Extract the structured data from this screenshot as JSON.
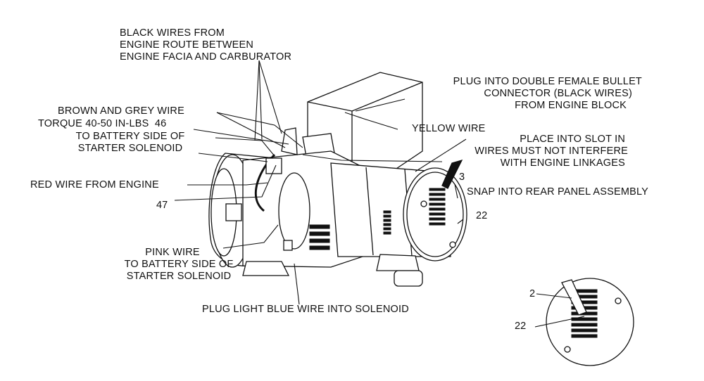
{
  "callouts": {
    "black_wires": [
      "BLACK WIRES FROM",
      "ENGINE ROUTE BETWEEN",
      "ENGINE FACIA AND CARBURATOR"
    ],
    "plug_double_female": [
      "PLUG INTO DOUBLE FEMALE BULLET",
      "CONNECTOR (BLACK WIRES)",
      "FROM ENGINE BLOCK"
    ],
    "brown_grey": "BROWN AND GREY WIRE",
    "torque": "TORQUE 40-50 IN-LBS",
    "torque_ref": "46",
    "battery_side_top": [
      "TO BATTERY SIDE OF",
      "STARTER SOLENOID"
    ],
    "yellow_wire": "YELLOW WIRE",
    "place_slot": [
      "PLACE INTO SLOT IN",
      "WIRES MUST NOT INTERFERE",
      "WITH ENGINE LINKAGES"
    ],
    "ref_3": "3",
    "red_wire": "RED WIRE FROM ENGINE",
    "snap_rear": "SNAP INTO REAR PANEL ASSEMBLY",
    "ref_47": "47",
    "ref_22_main": "22",
    "pink_wire": [
      "PINK WIRE",
      "TO BATTERY SIDE OF",
      "STARTER SOLENOID"
    ],
    "light_blue": "PLUG LIGHT BLUE WIRE INTO SOLENOID",
    "ref_2": "2",
    "ref_22_detail": "22"
  },
  "colors": {
    "ink": "#111111",
    "background": "#ffffff"
  }
}
